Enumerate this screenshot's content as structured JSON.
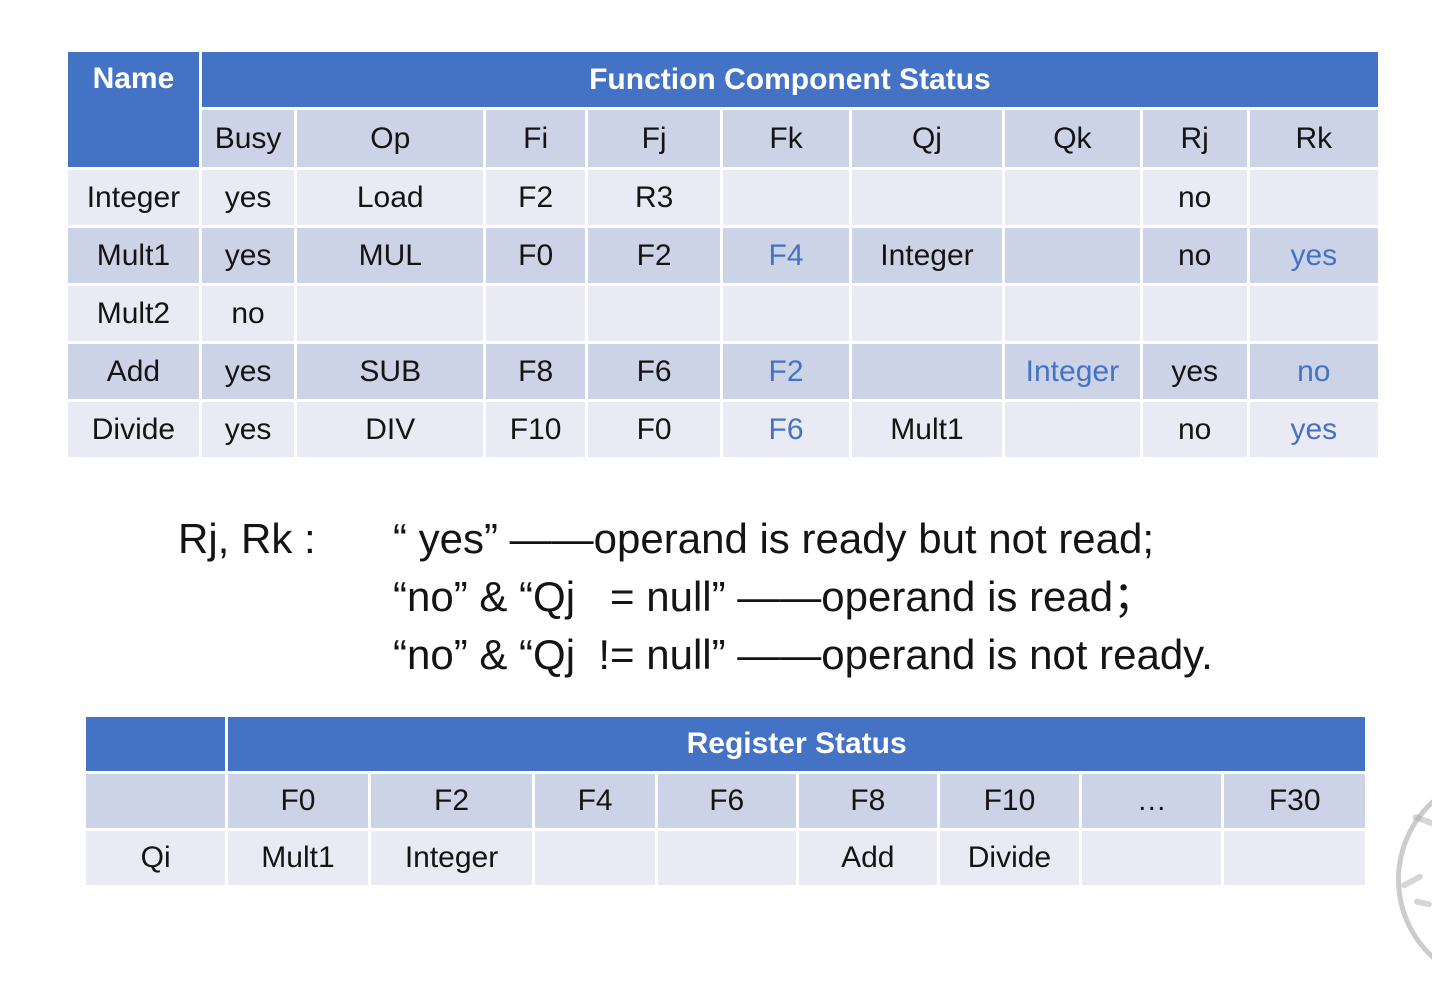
{
  "colors": {
    "header_blue": "#4472C4",
    "band_dark": "#CDD3E6",
    "band_light": "#E9EAF3",
    "accent_blue_text": "#4472C4",
    "text_black": "#141414",
    "watermark_gray": "#a3a3a3"
  },
  "fcs": {
    "corner_label": "Name",
    "title": "Function Component Status",
    "columns": [
      "Busy",
      "Op",
      "Fi",
      "Fj",
      "Fk",
      "Qj",
      "Qk",
      "Rj",
      "Rk"
    ],
    "rows": [
      {
        "band": "light",
        "cells": [
          "Integer",
          "yes",
          "Load",
          "F2",
          "R3",
          "",
          "",
          "",
          "no",
          ""
        ]
      },
      {
        "band": "dark",
        "cells": [
          "Mult1",
          "yes",
          "MUL",
          "F0",
          "F2",
          {
            "t": "F4",
            "c": "#4472C4"
          },
          "Integer",
          "",
          "no",
          {
            "t": "yes",
            "c": "#4472C4"
          }
        ]
      },
      {
        "band": "light",
        "cells": [
          "Mult2",
          "no",
          "",
          "",
          "",
          "",
          "",
          "",
          "",
          ""
        ]
      },
      {
        "band": "dark",
        "cells": [
          "Add",
          "yes",
          "SUB",
          "F8",
          "F6",
          {
            "t": "F2",
            "c": "#4472C4"
          },
          "",
          {
            "t": "Integer",
            "c": "#4472C4"
          },
          "yes",
          {
            "t": "no",
            "c": "#4472C4"
          }
        ]
      },
      {
        "band": "light",
        "cells": [
          "Divide",
          "yes",
          "DIV",
          "F10",
          "F0",
          {
            "t": "F6",
            "c": "#4472C4"
          },
          "Mult1",
          "",
          "no",
          {
            "t": "yes",
            "c": "#4472C4"
          }
        ]
      }
    ]
  },
  "legend": {
    "label": "Rj, Rk :",
    "lines": [
      "“ yes” ——operand is ready but not read;",
      "“no” & “Qj   = null” ——operand is read；",
      "“no” & “Qj  != null” ——operand is not ready."
    ]
  },
  "reg": {
    "title": "Register Status",
    "columns": [
      "",
      "F0",
      "F2",
      "F4",
      "F6",
      "F8",
      "F10",
      "…",
      "F30"
    ],
    "rows": [
      {
        "band": "light",
        "cells": [
          "Qi",
          "Mult1",
          "Integer",
          "",
          "",
          "Add",
          "Divide",
          "",
          ""
        ]
      }
    ]
  },
  "watermark": {
    "shape": "circular-seal"
  }
}
